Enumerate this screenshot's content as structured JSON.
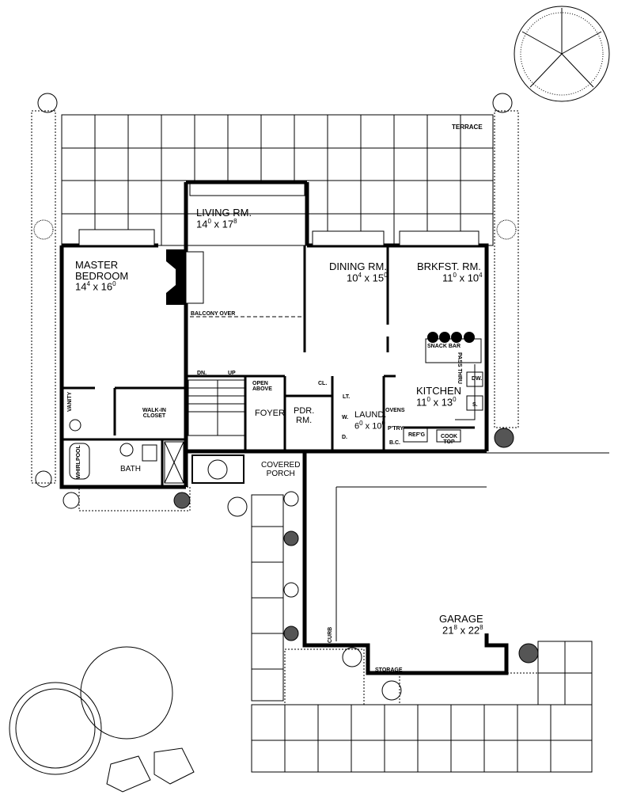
{
  "plan": {
    "type": "floor plan",
    "rooms": [
      {
        "name": "MASTER BEDROOM",
        "dim_w": "14",
        "dim_w_in": "4",
        "dim_d": "16",
        "dim_d_in": "0"
      },
      {
        "name": "LIVING RM.",
        "dim_w": "14",
        "dim_w_in": "0",
        "dim_d": "17",
        "dim_d_in": "8"
      },
      {
        "name": "DINING RM.",
        "dim_w": "10",
        "dim_w_in": "4",
        "dim_d": "15",
        "dim_d_in": "0"
      },
      {
        "name": "BRKFST. RM.",
        "dim_w": "11",
        "dim_w_in": "0",
        "dim_d": "10",
        "dim_d_in": "4"
      },
      {
        "name": "KITCHEN",
        "dim_w": "11",
        "dim_w_in": "0",
        "dim_d": "13",
        "dim_d_in": "0"
      },
      {
        "name": "LAUND.",
        "dim_w": "6",
        "dim_w_in": "0",
        "dim_d": "10",
        "dim_d_in": "0"
      },
      {
        "name": "GARAGE",
        "dim_w": "21",
        "dim_w_in": "8",
        "dim_d": "22",
        "dim_d_in": "8"
      }
    ],
    "labels": {
      "terrace": "TERRACE",
      "master_1": "MASTER",
      "master_2": "BEDROOM",
      "living": "LIVING RM.",
      "dining": "DINING RM.",
      "brkfst": "BRKFST. RM.",
      "kitchen": "KITCHEN",
      "laund": "LAUND.",
      "garage": "GARAGE",
      "balcony_over": "BALCONY OVER",
      "snack_bar": "SNACK BAR",
      "pass_thru": "PASS THRU",
      "dn": "DN.",
      "up": "UP",
      "open_above_1": "OPEN",
      "open_above_2": "ABOVE",
      "cl": "CL.",
      "foyer": "FOYER",
      "pdr_1": "PDR.",
      "pdr_2": "RM.",
      "lt": "LT.",
      "w": "W.",
      "d": "D.",
      "ovens": "OVENS",
      "ptry": "P'TRY",
      "bc": "B.C.",
      "refg": "REF'G",
      "cook_1": "COOK",
      "cook_2": "TOP",
      "dw": "DW.",
      "s": "S.",
      "vanity": "VANITY",
      "walkin_1": "WALK-IN",
      "walkin_2": "CLOSET",
      "whirlpool": "WHIRLPOOL",
      "bath": "BATH",
      "covered_1": "COVERED",
      "covered_2": "PORCH",
      "curb": "CURB",
      "storage": "STORAGE"
    },
    "dims": {
      "master": {
        "a": "14",
        "ai": "4",
        "b": "16",
        "bi": "0"
      },
      "living": {
        "a": "14",
        "ai": "0",
        "b": "17",
        "bi": "8"
      },
      "dining": {
        "a": "10",
        "ai": "4",
        "b": "15",
        "bi": "0"
      },
      "brkfst": {
        "a": "11",
        "ai": "0",
        "b": "10",
        "bi": "4"
      },
      "kitchen": {
        "a": "11",
        "ai": "0",
        "b": "13",
        "bi": "0"
      },
      "laund": {
        "a": "6",
        "ai": "0",
        "b": "10",
        "bi": "0"
      },
      "garage": {
        "a": "21",
        "ai": "8",
        "b": "22",
        "bi": "8"
      }
    },
    "x_sep": "x",
    "colors": {
      "ink": "#000000",
      "paper": "#ffffff"
    }
  }
}
